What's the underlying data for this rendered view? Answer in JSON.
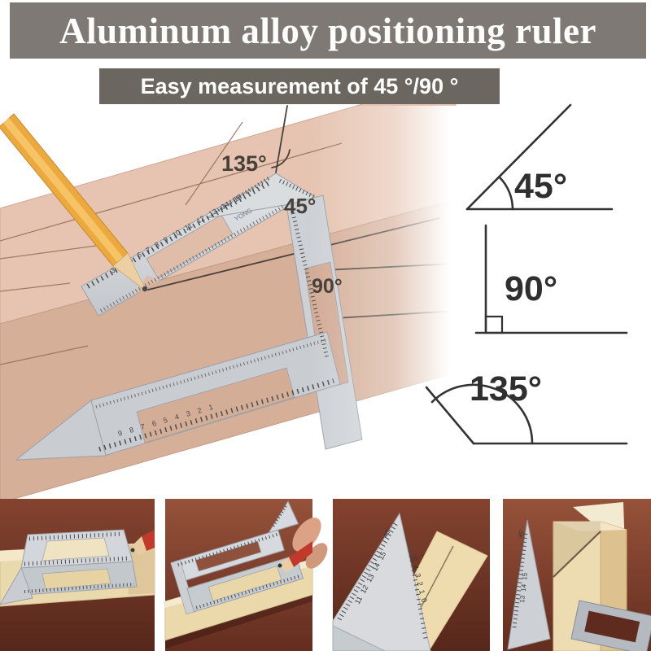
{
  "header": {
    "title": "Aluminum alloy positioning ruler",
    "subtitle": "Easy measurement of 45 °/90 °"
  },
  "colors": {
    "title_banner_bg": "#7e7974",
    "subtitle_banner_bg": "#6b6660",
    "wood_top": "#e6c4b1",
    "wood_front": "#d6af99",
    "ruler_silver": "#d4d7da",
    "pencil_yellow": "#eca93e",
    "table_dark_red": "#6e3326",
    "annotation_text": "#48413a",
    "diagram_line": "#333333"
  },
  "main_photo": {
    "angle_labels": {
      "a135": "135°",
      "a45": "45°",
      "a90": "90°"
    },
    "ruler": {
      "brand": "YONG",
      "top_scale_numbers": "3 4 5 6 7 8 9 10 11 12 13 14 15",
      "front_scale_numbers": "9 8 7 6 5 4 3 2 1"
    }
  },
  "angle_diagrams": {
    "d45": "45°",
    "d90": "90°",
    "d135": "135°"
  },
  "bottom_photos": {
    "photo3": {
      "left_scale": "11 12 13 14 15",
      "right_scale": "5 4 3 2 1 0",
      "apex_label": "45°"
    },
    "photo4": {
      "left_scale": "13 14 15",
      "apex_label": "45°"
    }
  }
}
